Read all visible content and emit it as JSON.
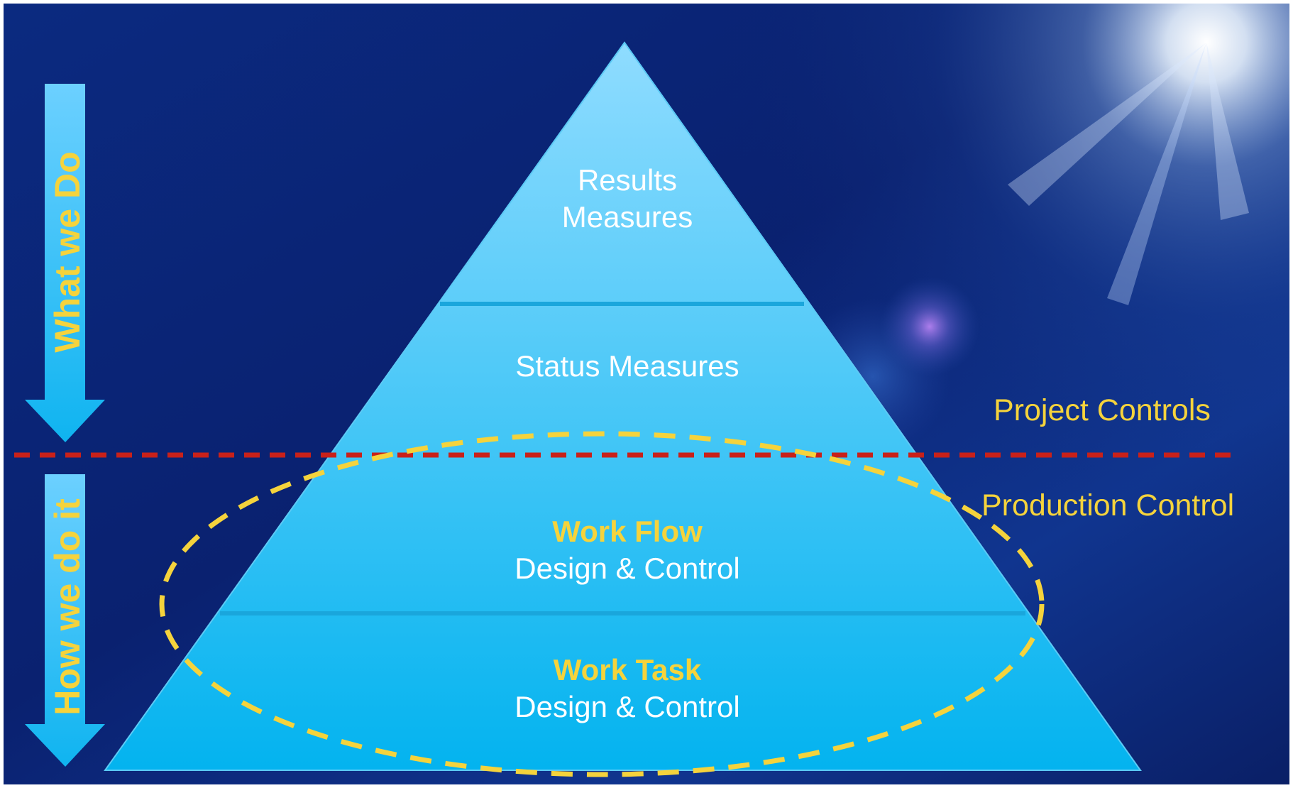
{
  "tiers": [
    {
      "lines": [
        "Results",
        "Measures"
      ]
    },
    {
      "lines": [
        "Status Measures"
      ]
    },
    {
      "heading": "Work Flow",
      "line": "Design & Control"
    },
    {
      "heading": "Work Task",
      "line": "Design & Control"
    }
  ],
  "side_labels": {
    "upper": "Project Controls",
    "lower": "Production Control"
  },
  "arrows": {
    "upper": "What we Do",
    "lower": "How we do it"
  },
  "colors": {
    "background_deep": "#0a1f66",
    "background_mid": "#123a96",
    "pyramid_top": "#8fdcff",
    "pyramid_bottom": "#03b3ef",
    "divider_line": "#c8211a",
    "highlight": "#f5d33c",
    "tier_text": "#ffffff"
  }
}
